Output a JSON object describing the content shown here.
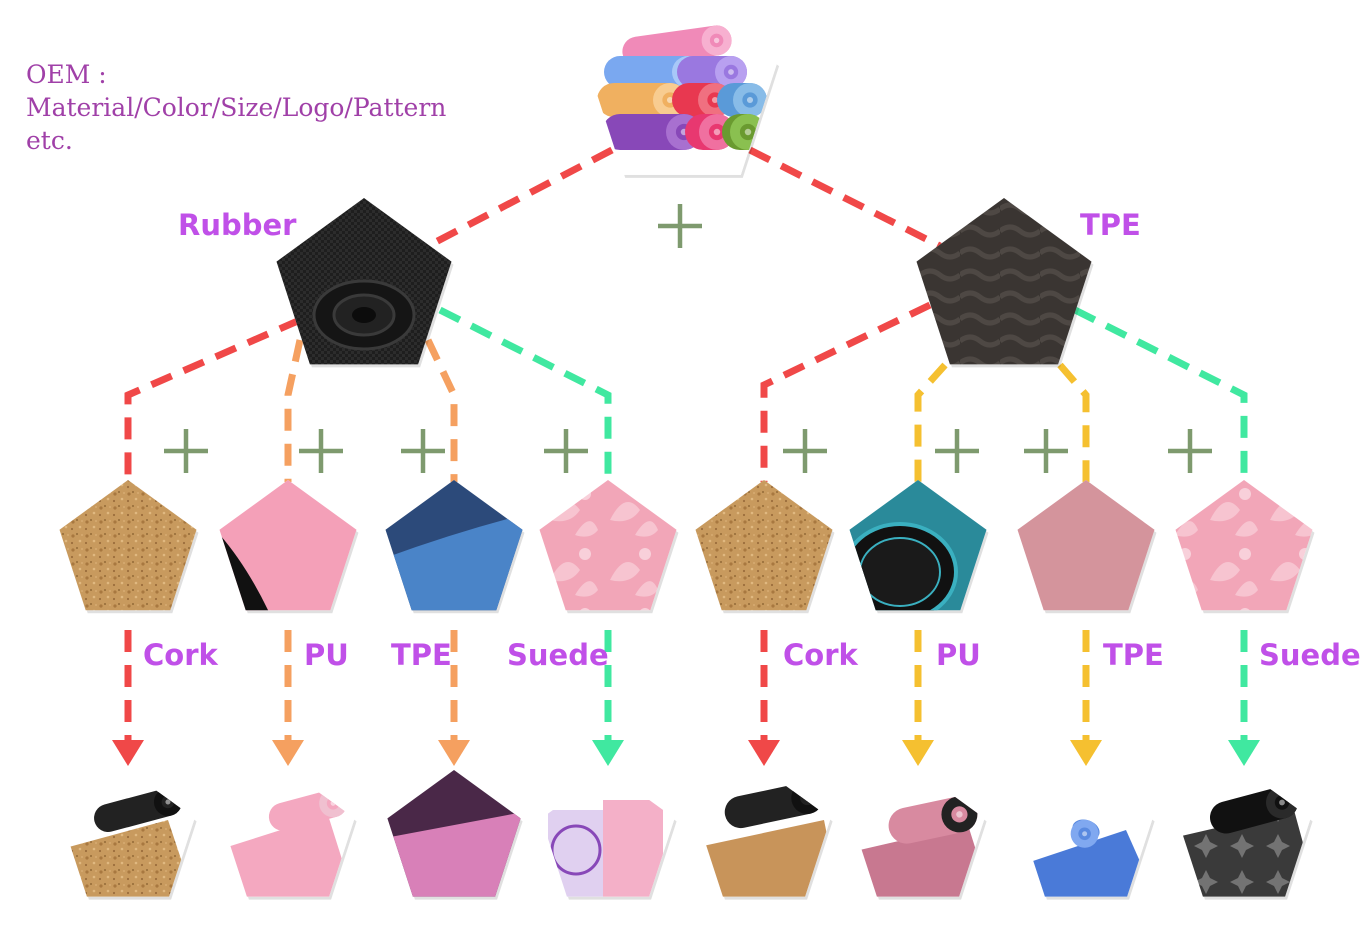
{
  "oem_note": {
    "line1": "OEM :",
    "line2": "Material/Color/Size/Logo/Pattern",
    "line3": "etc."
  },
  "colors": {
    "label": "#c050e8",
    "note": "#a040a8",
    "plus": "#7e9a6e",
    "red": "#f04848",
    "orange": "#f5a060",
    "yellow": "#f5c030",
    "green": "#40e8a0"
  },
  "root": {
    "icon": "rolled-yoga-mats-image"
  },
  "bases": [
    {
      "label": "Rubber",
      "icon": "black-rubber-mat-image"
    },
    {
      "label": "TPE",
      "icon": "black-wavy-tpe-mat-image"
    }
  ],
  "layers": [
    {
      "label": "Cork",
      "icon": "cork-texture-image",
      "line": "red"
    },
    {
      "label": "PU",
      "icon": "pink-pu-layer-image",
      "line": "orange"
    },
    {
      "label": "TPE",
      "icon": "blue-tpe-layer-image",
      "line": "orange"
    },
    {
      "label": "Suede",
      "icon": "pink-suede-pattern-image",
      "line": "green"
    },
    {
      "label": "Cork",
      "icon": "cork-texture-image",
      "line": "red"
    },
    {
      "label": "PU",
      "icon": "teal-pu-layer-image",
      "line": "yellow"
    },
    {
      "label": "TPE",
      "icon": "pink-tpe-layer-image",
      "line": "yellow"
    },
    {
      "label": "Suede",
      "icon": "pink-floral-suede-image",
      "line": "green"
    }
  ],
  "results": [
    {
      "icon": "cork-rubber-mat-image"
    },
    {
      "icon": "pink-pu-rubber-mat-image"
    },
    {
      "icon": "purple-tpe-rubber-mat-image"
    },
    {
      "icon": "printed-suede-rubber-mat-image"
    },
    {
      "icon": "cork-tpe-mat-image"
    },
    {
      "icon": "pink-pu-tpe-mat-image"
    },
    {
      "icon": "blue-tpe-mat-image"
    },
    {
      "icon": "black-printed-suede-tpe-mat-image"
    }
  ]
}
